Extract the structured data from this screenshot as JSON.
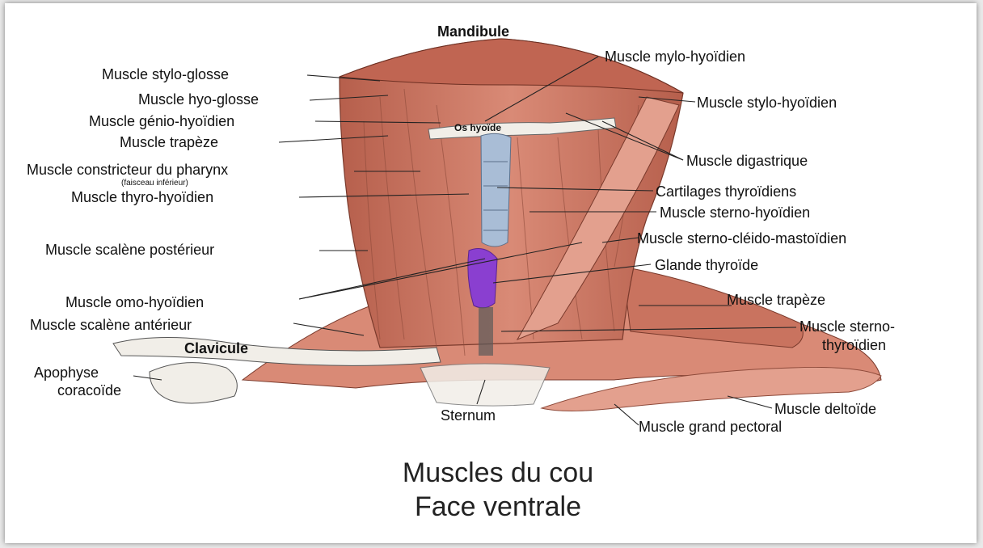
{
  "labels": {
    "mandibule": "Mandibule",
    "stylo_glosse": "Muscle stylo-glosse",
    "hyo_glosse": "Muscle hyo-glosse",
    "genio_hyoidien": "Muscle génio-hyoïdien",
    "trapeze_left": "Muscle trapèze",
    "constricteur": "Muscle constricteur du pharynx",
    "faisceau": "(faisceau inférieur)",
    "thyro_hyoidien": "Muscle thyro-hyoïdien",
    "scalene_posterieur": "Muscle scalène postérieur",
    "omo_hyoidien": "Muscle omo-hyoïdien",
    "scalene_anterieur": "Muscle scalène antérieur",
    "clavicule": "Clavicule",
    "apophyse_line1": "Apophyse",
    "apophyse_line2": "coracoïde",
    "sternum": "Sternum",
    "os_hyoide": "Os hyoïde",
    "mylo_hyoidien": "Muscle mylo-hyoïdien",
    "stylo_hyoidien": "Muscle stylo-hyoïdien",
    "digastrique": "Muscle digastrique",
    "cartilages": "Cartilages thyroïdiens",
    "sterno_hyoidien": "Muscle sterno-hyoïdien",
    "scm": "Muscle sterno-cléido-mastoïdien",
    "glande": "Glande thyroïde",
    "trapeze_right": "Muscle trapèze",
    "sterno_thyroidien_line1": "Muscle sterno-",
    "sterno_thyroidien_line2": "thyroïdien",
    "deltoide": "Muscle deltoïde",
    "grand_pectoral": "Muscle grand pectoral"
  },
  "title": {
    "line1": "Muscles du cou",
    "line2": "Face ventrale"
  },
  "colors": {
    "muscle": "#c9735f",
    "muscle_light": "#e3a08e",
    "muscle_dark": "#8e4a3a",
    "cartilage": "#a9bdd6",
    "thyroid": "#8a3fd0",
    "bone": "#f1eee8",
    "background": "#ffffff"
  }
}
